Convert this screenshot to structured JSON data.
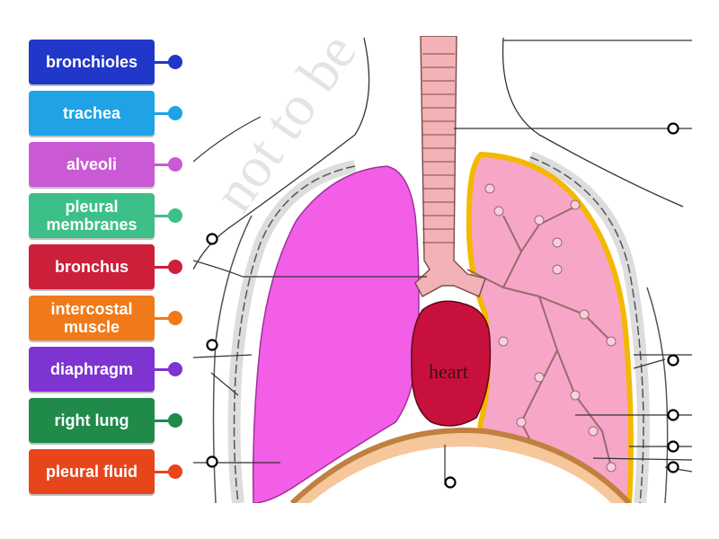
{
  "labels": [
    {
      "text": "bronchioles",
      "color": "#2137c9"
    },
    {
      "text": "trachea",
      "color": "#1fa3e6"
    },
    {
      "text": "alveoli",
      "color": "#c95ad3"
    },
    {
      "text": "pleural membranes",
      "color": "#3dbf88"
    },
    {
      "text": "bronchus",
      "color": "#cc1f3a"
    },
    {
      "text": "intercostal muscle",
      "color": "#f07a19"
    },
    {
      "text": "diaphragm",
      "color": "#7d34d1"
    },
    {
      "text": "right lung",
      "color": "#1f8a4a"
    },
    {
      "text": "pleural fluid",
      "color": "#e8451b"
    }
  ],
  "diagram": {
    "heart_label": "heart",
    "watermark": "not to be"
  },
  "colors": {
    "lung_left_fill": "#f25ee6",
    "lung_right_fill": "#f7a6c8",
    "pleura_outline": "#f4b800",
    "heart": "#c8103d",
    "trachea": "#f3b2b5",
    "diaphragm": "#f6c79a"
  }
}
